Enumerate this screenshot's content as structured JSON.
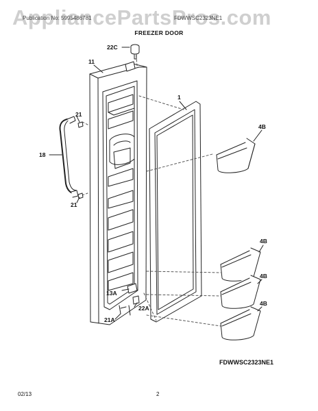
{
  "watermark": "AppliancePartsPros.com",
  "header": {
    "publication_label": "Publication No: 5995486781",
    "model_label": "FDWWSC2323NE1",
    "title": "FREEZER DOOR"
  },
  "callouts": {
    "c22C": "22C",
    "c11": "11",
    "c1": "1",
    "c21_top": "21",
    "c18": "18",
    "c21_bottom": "21",
    "c4B_1": "4B",
    "c4B_2": "4B",
    "c4B_3": "4B",
    "c4B_4": "4B",
    "c13A": "13A",
    "c22A": "22A",
    "c21A": "21A"
  },
  "footer": {
    "model_code": "FDWWSC2323NE1",
    "date": "02/13",
    "page": "2"
  }
}
